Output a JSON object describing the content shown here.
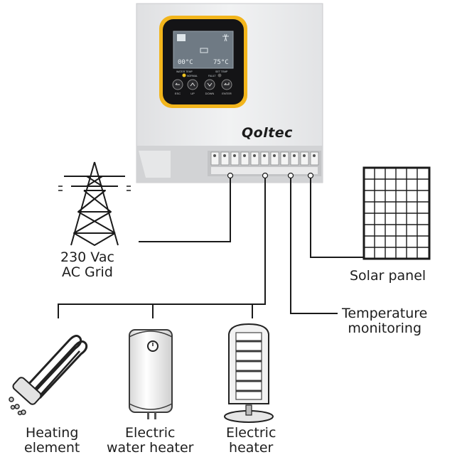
{
  "brand": {
    "name": "Qoltec"
  },
  "display": {
    "left_reading": "00°C",
    "right_reading": "75°C",
    "left_caption": "WATER TEMP",
    "right_caption": "SET TEMP",
    "normal_label": "NORMAL",
    "fault_label": "FAULT"
  },
  "buttons": [
    {
      "label": "ESC"
    },
    {
      "label": "UP"
    },
    {
      "label": "DOWN"
    },
    {
      "label": "ENTER"
    }
  ],
  "labels": {
    "grid": [
      "230 Vac",
      "AC  Grid"
    ],
    "solar": [
      "Solar panel"
    ],
    "temperature": [
      "Temperature",
      "monitoring"
    ],
    "heating_element": [
      "Heating",
      "element"
    ],
    "water_heater": [
      "Electric",
      "water heater"
    ],
    "electric_heater": [
      "Electric",
      "heater"
    ]
  },
  "colors": {
    "housing": "#ecedee",
    "accent": "#f2b51c",
    "screen": "#141416",
    "line": "#1a1a1a"
  }
}
